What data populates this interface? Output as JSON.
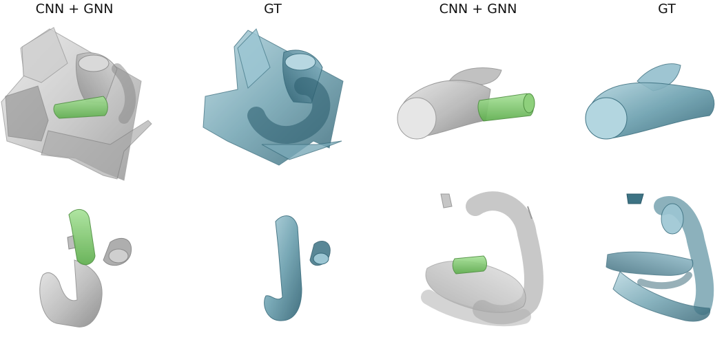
{
  "columns": [
    {
      "title": "CNN + GNN"
    },
    {
      "title": "GT"
    },
    {
      "title": "CNN + GNN"
    },
    {
      "title": "GT"
    }
  ],
  "colors": {
    "prediction_gray": "#b8b8b8",
    "prediction_gray_dark": "#7d7d7d",
    "prediction_green": "#7fcf6c",
    "ground_truth_teal": "#5f93a3",
    "ground_truth_teal_light": "#a9cfdb",
    "ground_truth_teal_dark": "#2f6172"
  }
}
